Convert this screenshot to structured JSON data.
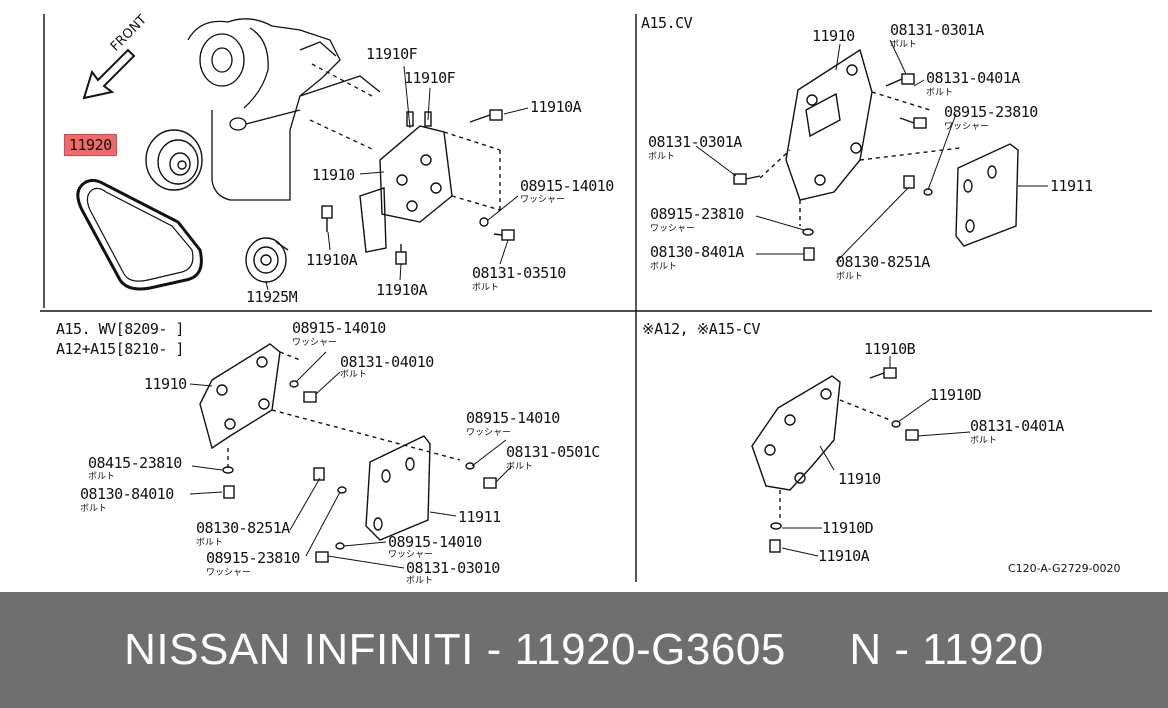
{
  "diagram": {
    "panels": [
      {
        "title": "",
        "labels": [
          {
            "text": "11920",
            "sub": "",
            "highlight": true
          },
          {
            "text": "11910F",
            "sub": ""
          },
          {
            "text": "11910F",
            "sub": ""
          },
          {
            "text": "11910A",
            "sub": ""
          },
          {
            "text": "11910",
            "sub": ""
          },
          {
            "text": "08915-14010",
            "sub": "ワッシャー"
          },
          {
            "text": "11910A",
            "sub": ""
          },
          {
            "text": "11910A",
            "sub": ""
          },
          {
            "text": "08131-03510",
            "sub": "ボルト"
          },
          {
            "text": "11925M",
            "sub": ""
          }
        ],
        "arrow_label": "FRONT"
      },
      {
        "title": "A15.CV",
        "labels": [
          {
            "text": "11910",
            "sub": ""
          },
          {
            "text": "08131-0301A",
            "sub": "ボルト"
          },
          {
            "text": "08131-0401A",
            "sub": "ボルト"
          },
          {
            "text": "08915-23810",
            "sub": "ワッシャー"
          },
          {
            "text": "08131-0301A",
            "sub": "ボルト"
          },
          {
            "text": "11911",
            "sub": ""
          },
          {
            "text": "08915-23810",
            "sub": "ワッシャー"
          },
          {
            "text": "08130-8401A",
            "sub": "ボルト"
          },
          {
            "text": "08130-8251A",
            "sub": "ボルト"
          }
        ]
      },
      {
        "title": "A15. WV[8209-     ]",
        "title2": "A12+A15[8210-     ]",
        "labels": [
          {
            "text": "08915-14010",
            "sub": "ワッシャー"
          },
          {
            "text": "08131-04010",
            "sub": "ボルト"
          },
          {
            "text": "11910",
            "sub": ""
          },
          {
            "text": "08915-14010",
            "sub": "ワッシャー"
          },
          {
            "text": "08131-0501C",
            "sub": "ボルト"
          },
          {
            "text": "08415-23810",
            "sub": "ボルト"
          },
          {
            "text": "08130-84010",
            "sub": "ボルト"
          },
          {
            "text": "11911",
            "sub": ""
          },
          {
            "text": "08130-8251A",
            "sub": "ボルト"
          },
          {
            "text": "08915-14010",
            "sub": "ワッシャー"
          },
          {
            "text": "08915-23810",
            "sub": "ワッシャー"
          },
          {
            "text": "08131-03010",
            "sub": "ボルト"
          }
        ]
      },
      {
        "title": "※A12, ※A15-CV",
        "labels": [
          {
            "text": "11910B",
            "sub": ""
          },
          {
            "text": "11910D",
            "sub": ""
          },
          {
            "text": "08131-0401A",
            "sub": "ボルト"
          },
          {
            "text": "11910",
            "sub": ""
          },
          {
            "text": "11910D",
            "sub": ""
          },
          {
            "text": "11910A",
            "sub": ""
          }
        ]
      }
    ],
    "drawing_code": "C120-A-G2729-0020"
  },
  "caption": "NISSAN INFINITI - 11920-G3605     N - 11920",
  "colors": {
    "highlight": "#f06a6a",
    "caption_bar": "#6f6f6f",
    "caption_text": "#ffffff",
    "ink": "#111111"
  }
}
